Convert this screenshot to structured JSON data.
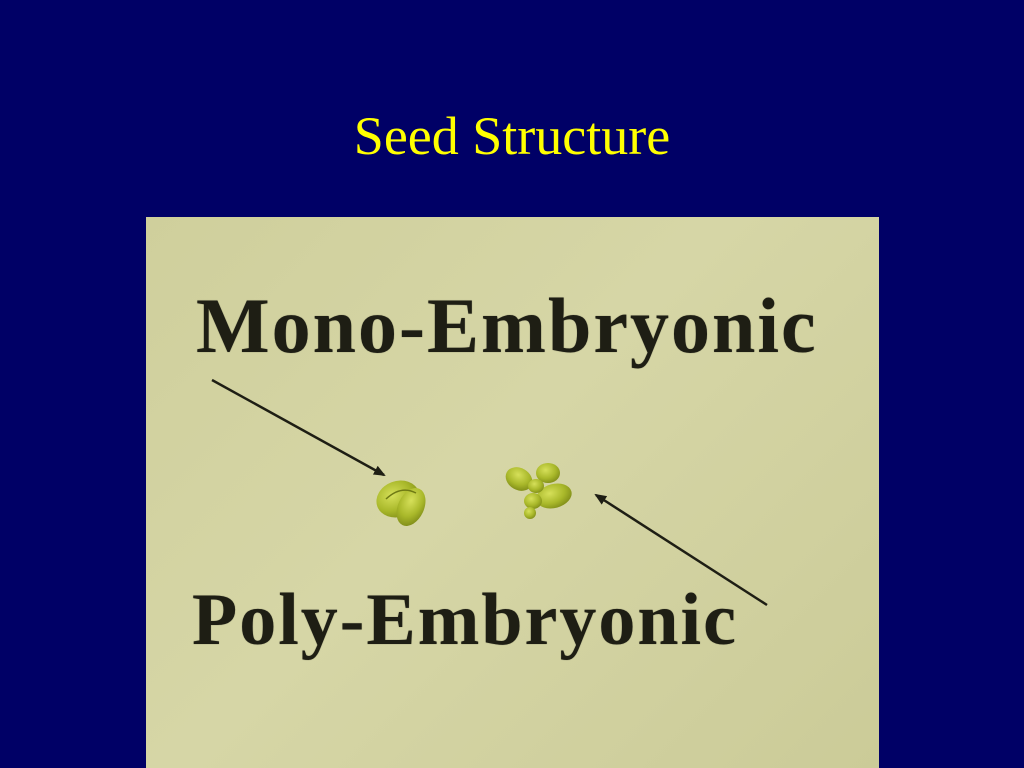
{
  "slide": {
    "title": "Seed Structure"
  },
  "photo": {
    "label_top": "Mono-Embryonic",
    "label_bottom": "Poly-Embryonic"
  },
  "colors": {
    "background": "#000066",
    "title": "#ffff00",
    "paper": "#d2d2a2",
    "ink": "#1e1e14",
    "seed": "#a8b828"
  }
}
